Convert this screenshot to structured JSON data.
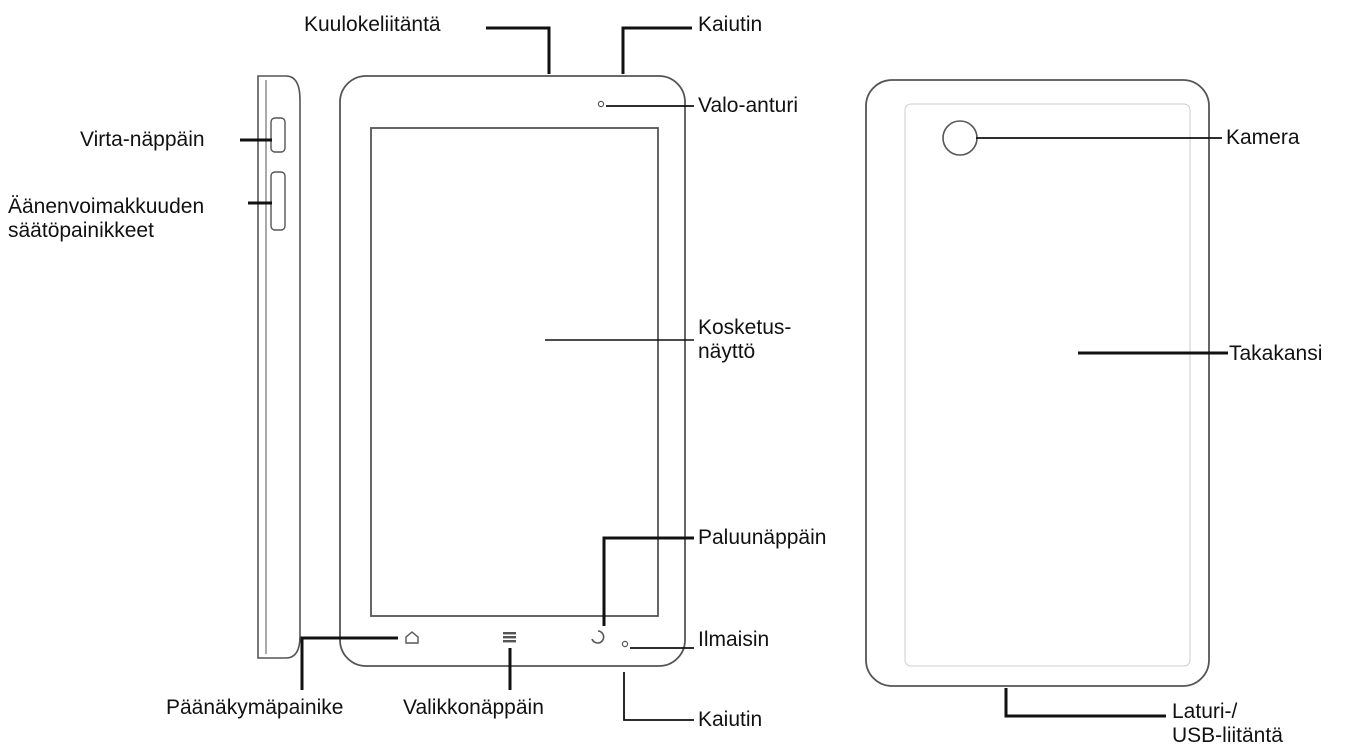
{
  "colors": {
    "outline": "#555555",
    "leader": "#111111",
    "text": "#111111",
    "background": "#ffffff"
  },
  "labels": {
    "headphone_jack": "Kuulokeliitäntä",
    "speaker_top": "Kaiutin",
    "light_sensor": "Valo-anturi",
    "power_key": "Virta-näppäin",
    "volume_keys": [
      "Äänenvoimakkuuden",
      "säätöpainikkeet"
    ],
    "touchscreen": [
      "Kosketus-",
      "näyttö"
    ],
    "back_key": "Paluunäppäin",
    "indicator": "Ilmaisin",
    "home_key": "Päänäkymäpainike",
    "menu_key": "Valikkonäppäin",
    "speaker_bottom": "Kaiutin",
    "camera": "Kamera",
    "back_cover": "Takakansi",
    "charger_usb": [
      "Laturi-/",
      "USB-liitäntä"
    ]
  }
}
